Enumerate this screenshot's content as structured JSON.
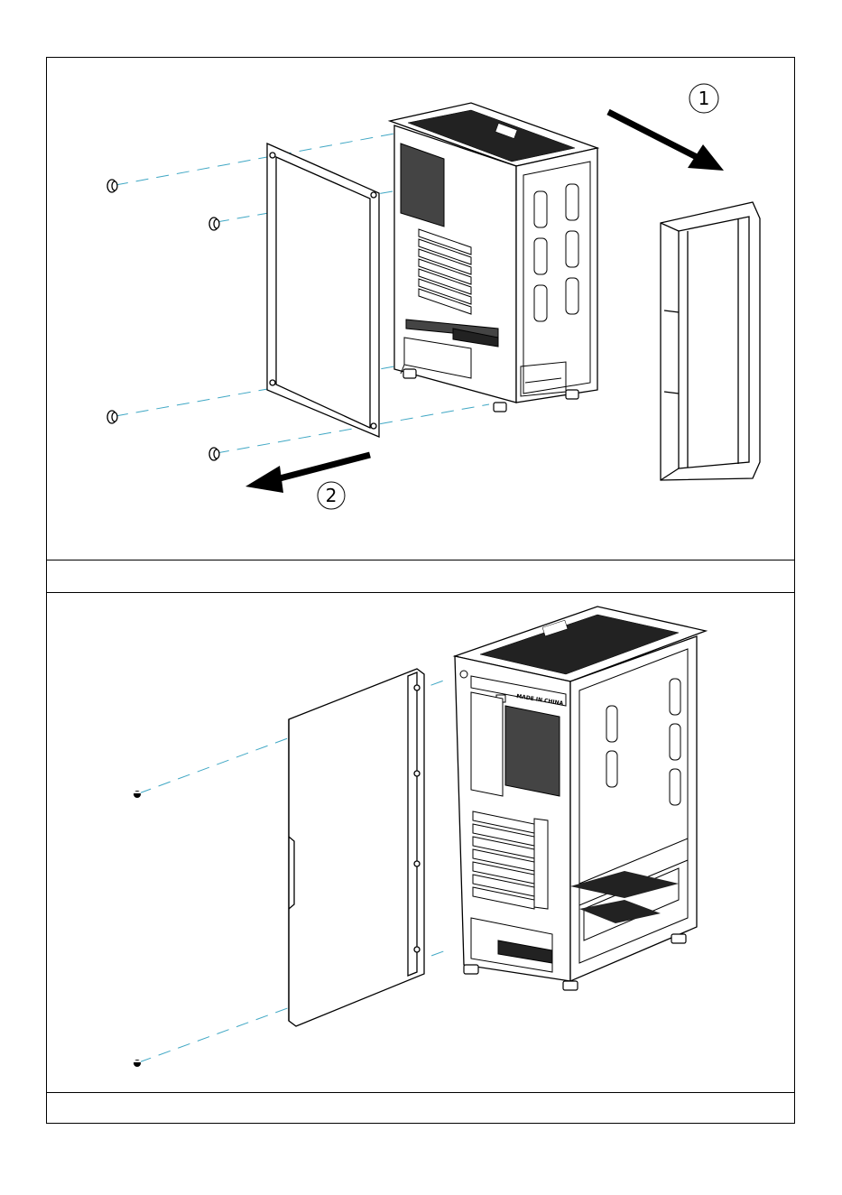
{
  "figure_1": {
    "step_1_label": "1",
    "step_2_label": "2",
    "caption": ""
  },
  "figure_2": {
    "stamp_text": "MADE IN CHINA",
    "caption": ""
  },
  "colors": {
    "line": "#000000",
    "guide": "#3fa7c4"
  }
}
